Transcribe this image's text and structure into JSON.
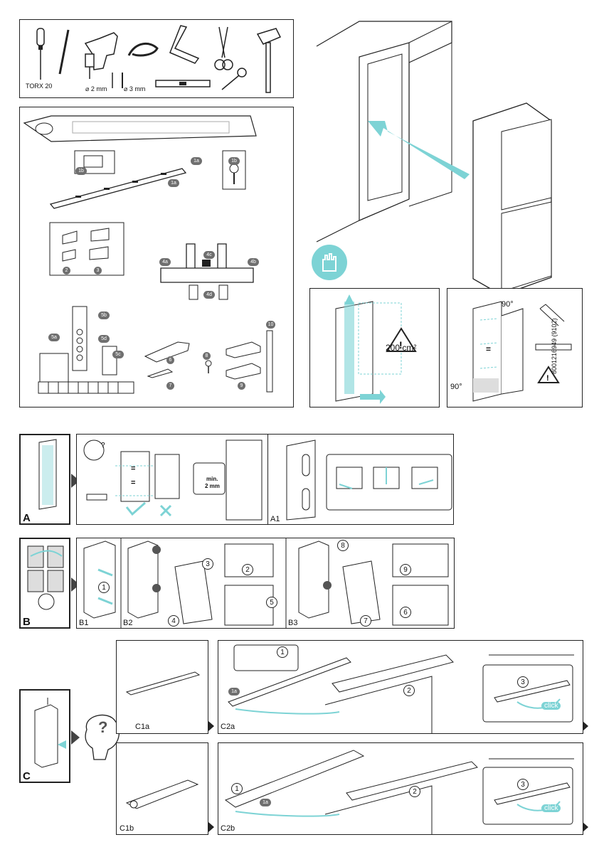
{
  "tools": {
    "torx_label": "TORX 20",
    "drill_2mm": "⌀ 2 mm",
    "drill_3mm": "⌀ 3 mm"
  },
  "parts": {
    "b1a": "1a",
    "b1b": "1b",
    "b2": "2",
    "b3": "3",
    "b4a": "4a",
    "b4b": "4b",
    "b4c": "4c",
    "b4d": "4d",
    "b5a": "5a",
    "b5b": "5b",
    "b5c": "5c",
    "b5d": "5d",
    "b6": "6",
    "b7": "7",
    "b8": "8",
    "b9": "9",
    "b10": "10"
  },
  "ventilation": {
    "area": "200 cm²"
  },
  "angles": {
    "top": "90°",
    "bottom": "90°",
    "equal": "="
  },
  "doc_code": "8001216949 (9102)",
  "stepA": {
    "label": "A",
    "sub_label": "A1",
    "min_gap_line1": "min.",
    "min_gap_line2": "2 mm",
    "equal": "="
  },
  "stepB": {
    "label": "B",
    "b1": "B1",
    "b2": "B2",
    "b3": "B3",
    "n1": "1",
    "n2": "2",
    "n3": "3",
    "n4": "4",
    "n5": "5",
    "n6": "6",
    "n7": "7",
    "n8": "8",
    "n9": "9"
  },
  "stepC": {
    "label": "C",
    "c1a": "C1a",
    "c1b": "C1b",
    "c2a": "C2a",
    "c2b": "C2b",
    "n1": "1",
    "n2": "2",
    "n3": "3",
    "click": "click",
    "badge_1a": "1a"
  },
  "colors": {
    "accent": "#7dd3d5",
    "line": "#222222",
    "grey": "#6f6f6f"
  }
}
